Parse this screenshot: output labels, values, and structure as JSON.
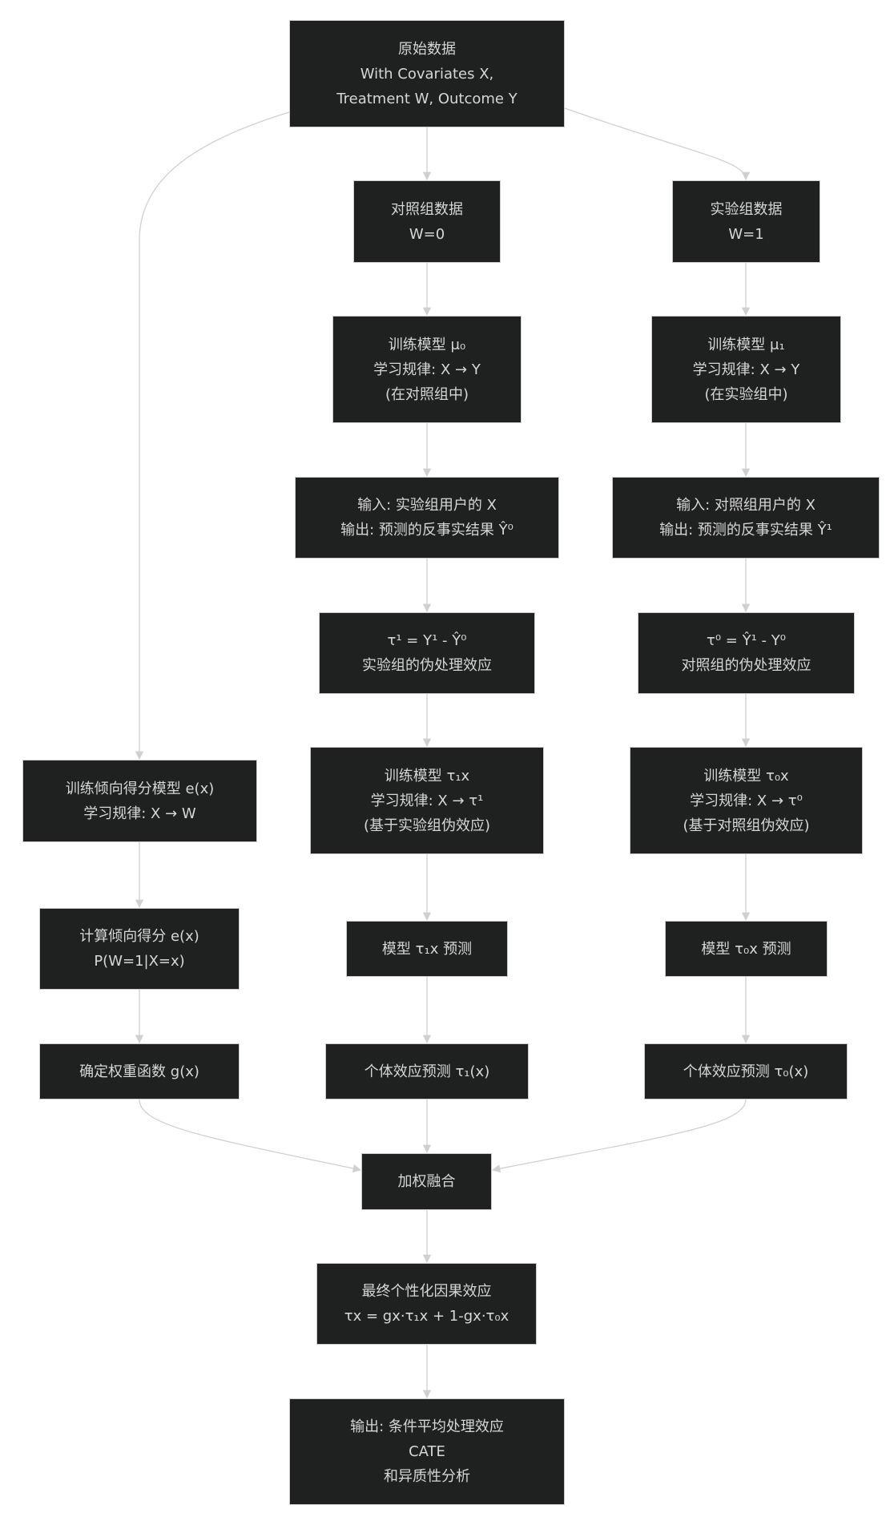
{
  "nodes": {
    "raw_data": [
      "原始数据",
      "With Covariates X,",
      "Treatment W, Outcome Y"
    ],
    "control_data": [
      "对照组数据",
      "W=0"
    ],
    "treatment_data": [
      "实验组数据",
      "W=1"
    ],
    "train_mu0": [
      "训练模型 μ₀",
      "学习规律: X → Y",
      "(在对照组中)"
    ],
    "train_mu1": [
      "训练模型 μ₁",
      "学习规律: X → Y",
      "(在实验组中)"
    ],
    "predict_y0": [
      "输入: 实验组用户的 X",
      "输出: 预测的反事实结果 Ŷ⁰"
    ],
    "predict_y1": [
      "输入: 对照组用户的 X",
      "输出: 预测的反事实结果 Ŷ¹"
    ],
    "tau1_pseudo": [
      "τ¹ = Y¹ - Ŷ⁰",
      "实验组的伪处理效应"
    ],
    "tau0_pseudo": [
      "τ⁰ = Ŷ¹ - Y⁰",
      "对照组的伪处理效应"
    ],
    "train_propensity": [
      "训练倾向得分模型 e(x)",
      "学习规律: X → W"
    ],
    "train_tau1x": [
      "训练模型 τ₁x",
      "学习规律: X → τ¹",
      "(基于实验组伪效应)"
    ],
    "train_tau0x": [
      "训练模型 τ₀x",
      "学习规律: X → τ⁰",
      "(基于对照组伪效应)"
    ],
    "compute_propensity": [
      "计算倾向得分 e(x)",
      "P(W=1|X=x)"
    ],
    "predict_tau1x": [
      "模型 τ₁x 预测"
    ],
    "predict_tau0x": [
      "模型 τ₀x 预测"
    ],
    "weight_function": [
      "确定权重函数 g(x)"
    ],
    "individual_tau1": [
      "个体效应预测 τ₁(x)"
    ],
    "individual_tau0": [
      "个体效应预测 τ₀(x)"
    ],
    "weighted_merge": [
      "加权融合"
    ],
    "final_effect": [
      "最终个性化因果效应",
      "τx = gx·τ₁x + 1-gx·τ₀x"
    ],
    "output": [
      "输出: 条件平均处理效应",
      "CATE",
      "和异质性分析"
    ]
  },
  "colors": {
    "node_fill": "#1f2020",
    "node_border": "#cccccc",
    "text": "#d6d6d6",
    "edge": "#d0d0d0"
  }
}
